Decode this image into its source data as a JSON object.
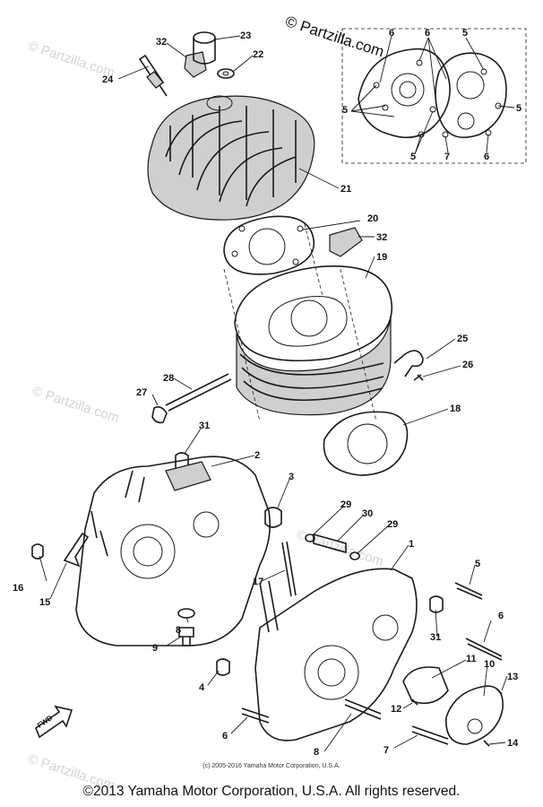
{
  "brand_text": "© Partzilla.com",
  "watermark_text": "© Partzilla.com",
  "subcopyright": "(c) 2005-2016 Yamaha Motor Corporation, U.S.A.",
  "copyright": "©2013 Yamaha Motor Corporation, U.S.A. All rights reserved.",
  "fwd_label": "FWD",
  "callouts": [
    "1",
    "2",
    "3",
    "4",
    "5",
    "6",
    "7",
    "8",
    "9",
    "10",
    "11",
    "12",
    "13",
    "14",
    "15",
    "16",
    "17",
    "18",
    "19",
    "20",
    "21",
    "22",
    "23",
    "24",
    "25",
    "26",
    "27",
    "28",
    "29",
    "30",
    "31",
    "32"
  ]
}
